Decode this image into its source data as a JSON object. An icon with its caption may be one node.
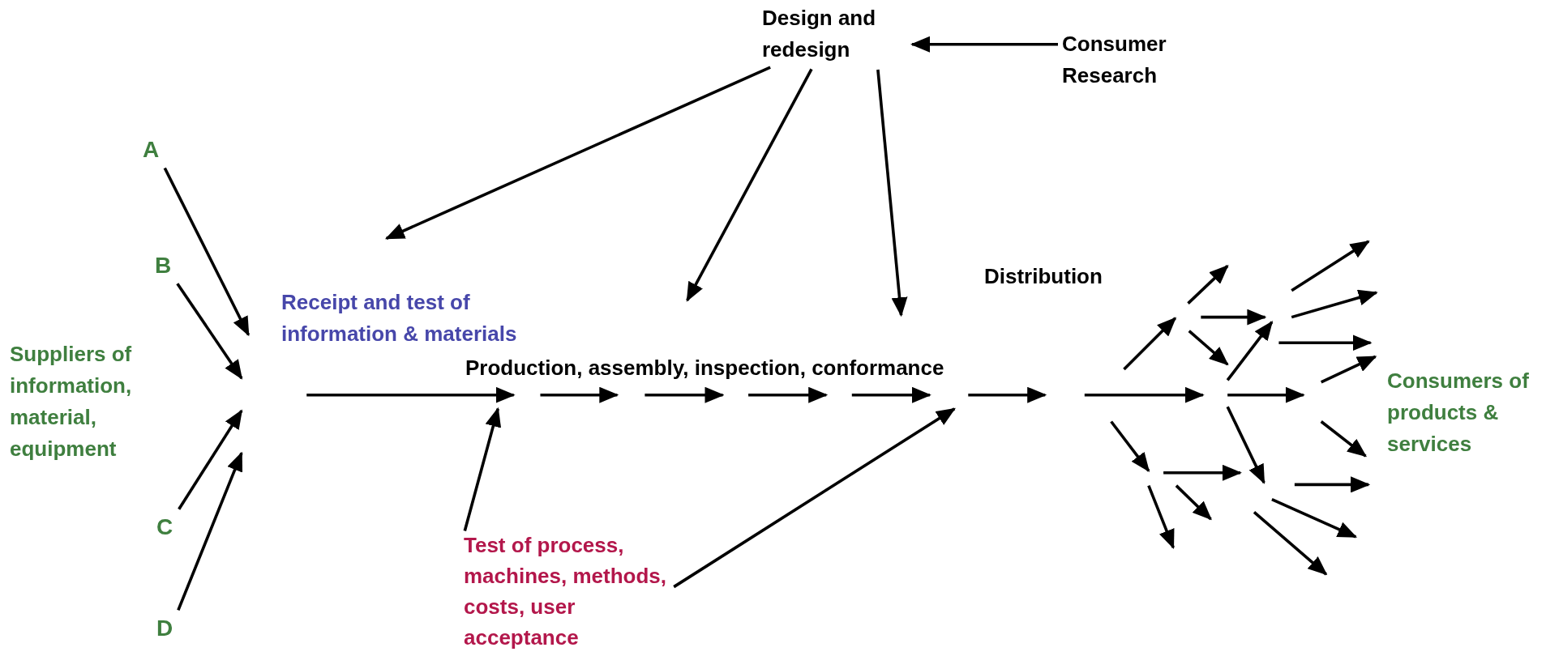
{
  "diagram": {
    "nodes": [
      {
        "text": [
          "Design and redesign"
        ]
      },
      {
        "text": [
          "Consumer Research"
        ]
      },
      {
        "text": [
          "A"
        ]
      },
      {
        "text": [
          "B"
        ]
      },
      {
        "text": [
          "C"
        ]
      },
      {
        "text": [
          "D"
        ]
      },
      {
        "text": [
          "Test of process, machines, methods, costs, user acceptance"
        ]
      }
    ],
    "edges": [
      {
        "from": 1,
        "to": 0,
        "arrow": "to"
      },
      {
        "from": 0,
        "to": null,
        "arrow": "to"
      },
      {
        "from": 0,
        "to": null,
        "arrow": "to"
      },
      {
        "from": 0,
        "to": null,
        "arrow": "to"
      },
      {
        "from": 2,
        "to": null,
        "arrow": "to"
      },
      {
        "from": 3,
        "to": null,
        "arrow": "to"
      },
      {
        "from": 4,
        "to": null,
        "arrow": "to"
      },
      {
        "from": 5,
        "to": null,
        "arrow": "to"
      },
      {
        "from": 6,
        "to": null,
        "arrow": "to"
      },
      {
        "from": 6,
        "to": null,
        "arrow": "to"
      }
    ],
    "labels": [
      "Distribution",
      "Receipt and test of information & materials",
      "Suppliers of information, material, equipment",
      "Production, assembly, inspection, conformance",
      "Consumers of products & services"
    ]
  }
}
